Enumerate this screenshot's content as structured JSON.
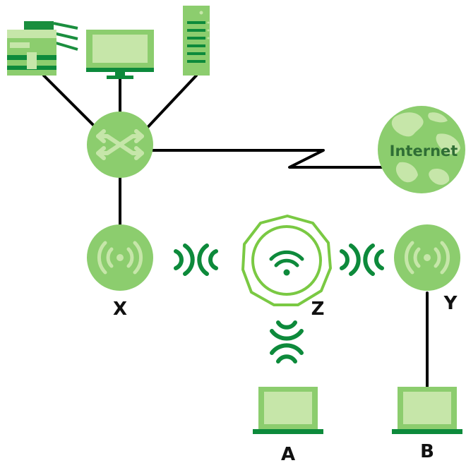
{
  "diagram": {
    "internet_label": "Internet",
    "labels": {
      "x": "X",
      "y": "Y",
      "z": "Z",
      "a": "A",
      "b": "B"
    }
  },
  "colors": {
    "node_fill": "#8ccd6e",
    "light_fill": "#c6e6a9",
    "dark_green": "#0d8a3b",
    "outline_green": "#7ac943",
    "link_color": "#000000"
  },
  "icons": [
    "printer-icon",
    "monitor-icon",
    "server-icon",
    "switch-icon",
    "globe-icon",
    "access-point-icon",
    "wifi-icon",
    "laptop-icon",
    "wireless-signal-icon"
  ]
}
